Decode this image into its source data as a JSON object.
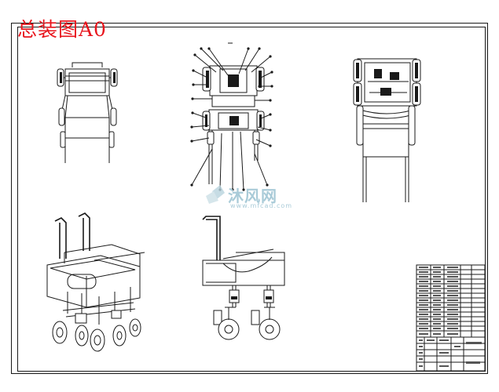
{
  "drawing": {
    "title": "总装图A0",
    "watermark_text": "沐风网",
    "watermark_url": "www.mfcad.com",
    "watermark_icon": "mfcad-logo-icon"
  },
  "colors": {
    "title": "#e8141c",
    "line": "#1a1a1a",
    "watermark": "#a9cbd8"
  },
  "views": [
    "front-view",
    "exploded-front-view",
    "side-view",
    "isometric-view",
    "elevation-view"
  ]
}
